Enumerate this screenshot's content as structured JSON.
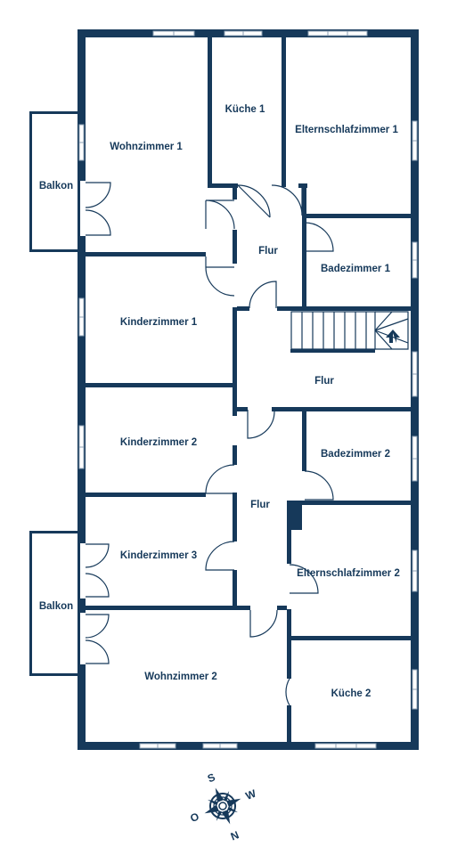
{
  "rooms": {
    "wohnzimmer_1": "Wohnzimmer 1",
    "kueche_1": "Küche 1",
    "elternschlafzimmer_1": "Elternschlafzimmer 1",
    "balkon_1": "Balkon",
    "flur_1": "Flur",
    "badezimmer_1": "Badezimmer 1",
    "kinderzimmer_1": "Kinderzimmer 1",
    "flur_2": "Flur",
    "kinderzimmer_2": "Kinderzimmer 2",
    "badezimmer_2": "Badezimmer 2",
    "flur_3": "Flur",
    "kinderzimmer_3": "Kinderzimmer 3",
    "elternschlafzimmer_2": "Elternschlafzimmer 2",
    "balkon_2": "Balkon",
    "wohnzimmer_2": "Wohnzimmer 2",
    "kueche_2": "Küche 2"
  },
  "compass": {
    "north": "N",
    "east": "O",
    "south": "S",
    "west": "W"
  },
  "colors": {
    "wall": "#16395a",
    "window": "#8ea2b5",
    "background": "#ffffff"
  }
}
